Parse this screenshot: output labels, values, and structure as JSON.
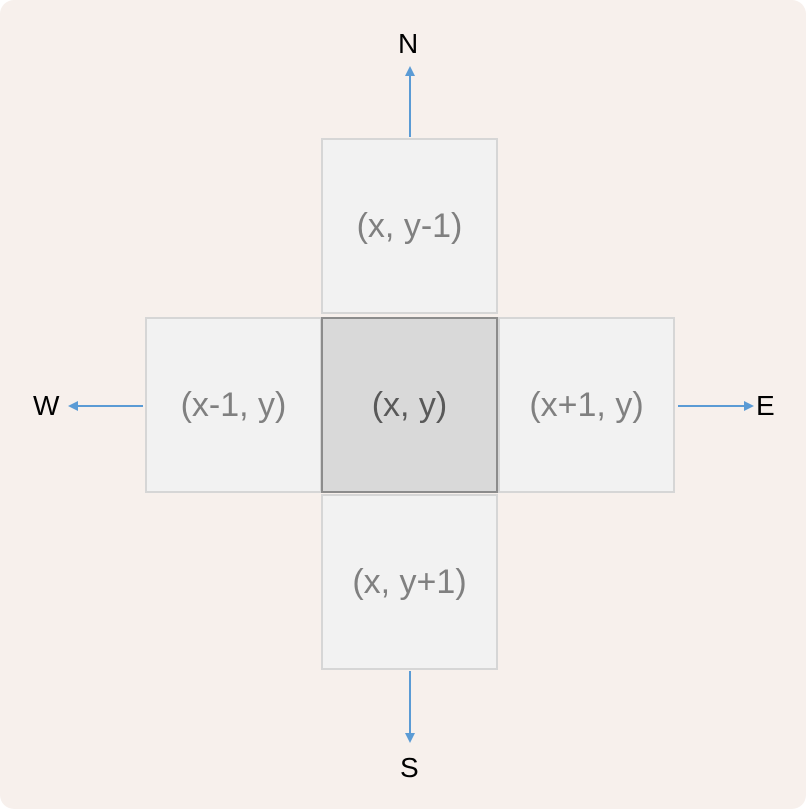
{
  "cells": {
    "north": "(x, y-1)",
    "west": "(x-1, y)",
    "center": "(x, y)",
    "east": "(x+1, y)",
    "south": "(x, y+1)"
  },
  "directions": {
    "north": "N",
    "south": "S",
    "west": "W",
    "east": "E"
  },
  "colors": {
    "background": "#f7f0ec",
    "cell_fill": "#f2f2f2",
    "center_fill": "#d9d9d9",
    "arrow": "#5b9bd5"
  }
}
